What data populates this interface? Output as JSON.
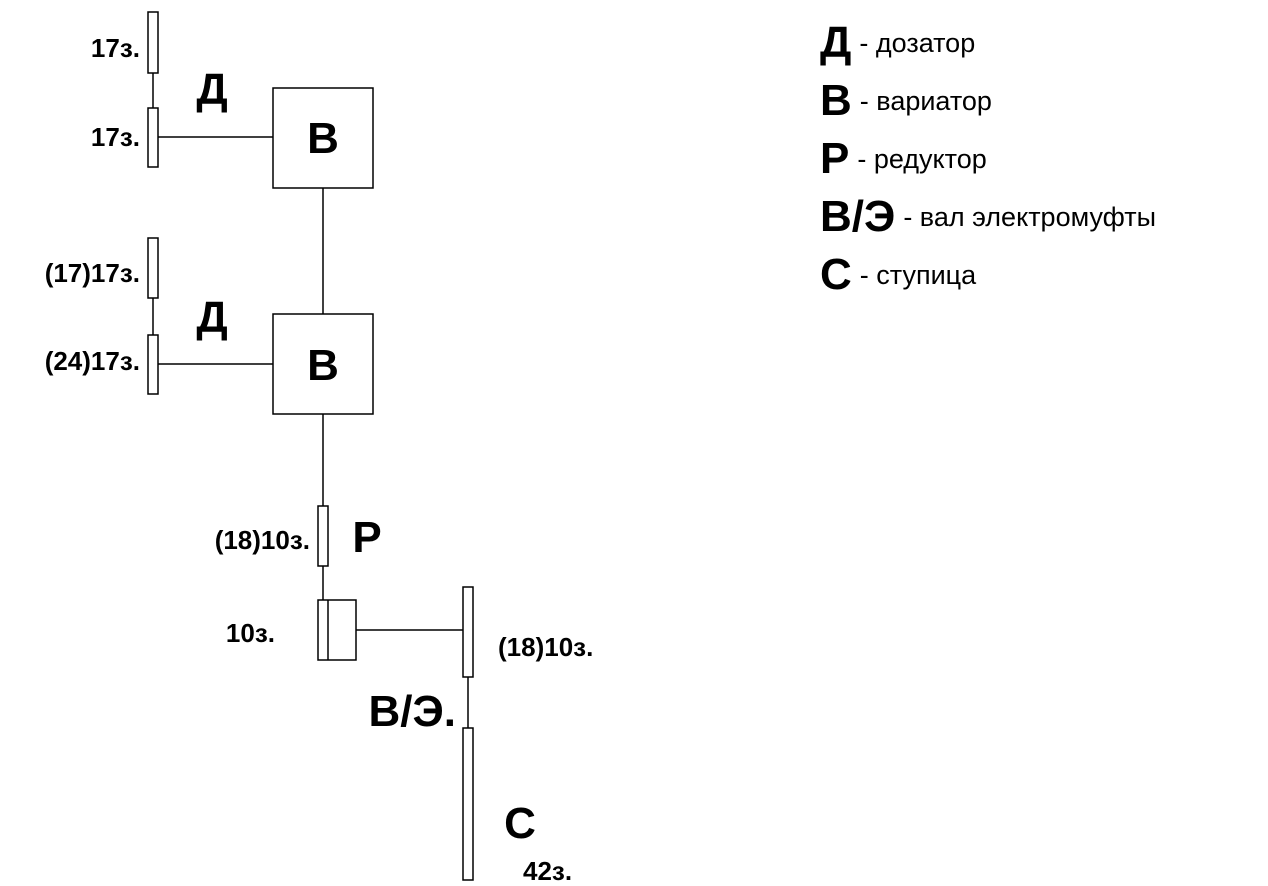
{
  "labels": {
    "doser_1": "Д",
    "doser_2": "Д",
    "variator_1": "В",
    "variator_2": "В",
    "reducer": "Р",
    "shaft": "В/Э.",
    "hub": "С"
  },
  "teeth": {
    "g1": "17з.",
    "g2": "17з.",
    "g3": "(17)17з.",
    "g4": "(24)17з.",
    "g5": "(18)10з.",
    "g6": "10з.",
    "g7": "(18)10з.",
    "g8": "42з."
  },
  "legend": [
    {
      "code": "Д",
      "desc": "- дозатор"
    },
    {
      "code": "В",
      "desc": "- вариатор"
    },
    {
      "code": "Р",
      "desc": "- редуктор"
    },
    {
      "code": "В/Э",
      "desc": "- вал электромуфты"
    },
    {
      "code": "С",
      "desc": "- ступица"
    }
  ]
}
